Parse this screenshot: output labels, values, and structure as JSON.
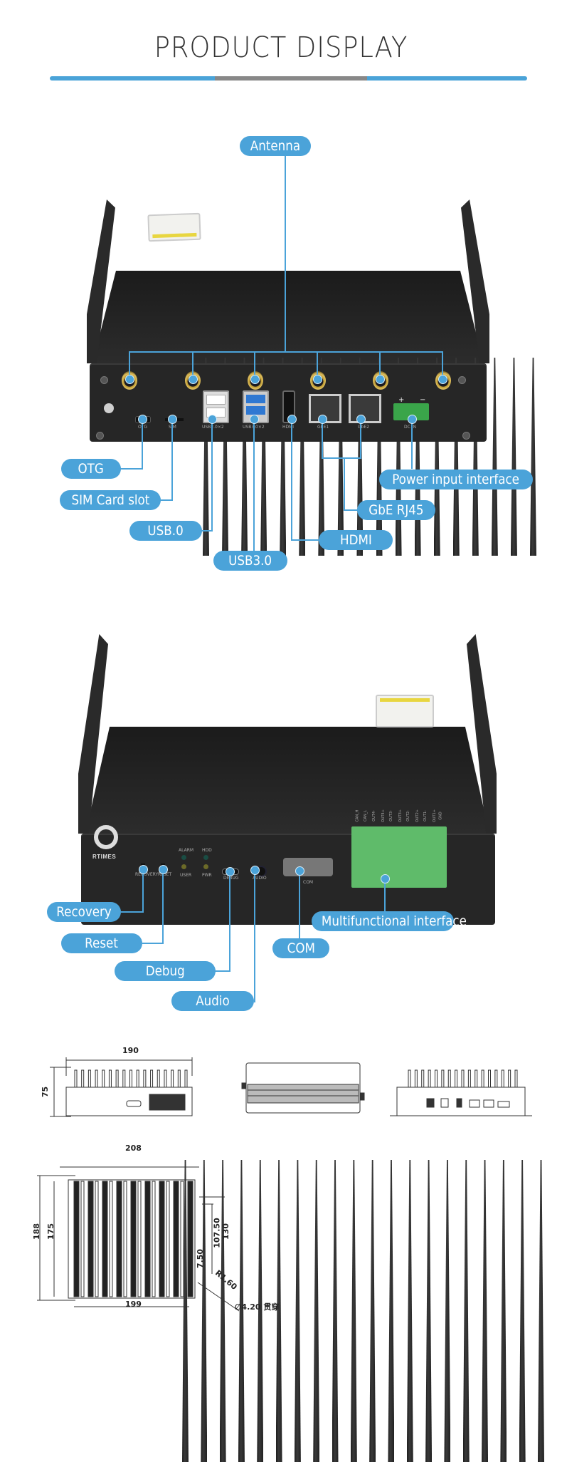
{
  "header": {
    "title": "PRODUCT DISPLAY",
    "bar_colors": {
      "accent": "#4aa3d8",
      "middle": "#888888"
    }
  },
  "front_view": {
    "callouts": {
      "antenna": "Antenna",
      "otg": "OTG",
      "sim": "SIM Card slot",
      "usb20": "USB.0",
      "usb30": "USB3.0",
      "hdmi": "HDMI",
      "gbe": "GbE RJ45",
      "power": "Power input interface"
    },
    "port_labels": {
      "otg": "OTG",
      "sim": "SIM",
      "usb20": "USB2.0×2",
      "usb30": "USB3.0×2",
      "hdmi": "HDMI",
      "gbe1": "GbE1",
      "gbe2": "GbE2",
      "dc": "DC IN",
      "plus": "+",
      "minus": "−"
    }
  },
  "rear_view": {
    "callouts": {
      "recovery": "Recovery",
      "reset": "Reset",
      "debug": "Debug",
      "audio": "Audio",
      "com": "COM",
      "multi": "Multifunctional interface"
    },
    "brand": "RTIMES",
    "port_labels": {
      "recovery": "RECOVERY",
      "reset": "RESET",
      "alarm": "ALARM",
      "hdd": "HDD",
      "user": "USER",
      "pwr": "PWR",
      "debug": "DEBUG",
      "audio": "AUDIO",
      "com": "COM"
    },
    "terminal_labels": [
      "CAN_H",
      "CAN_L",
      "OUT4-",
      "OUT4+",
      "OUT3-",
      "OUT3+",
      "OUT2-",
      "OUT2+",
      "OUT1-",
      "OUT1+",
      "GND"
    ]
  },
  "dimensions": {
    "front_width": "190",
    "front_height": "75",
    "top_width": "208",
    "top_depth_outer": "188",
    "top_depth_inner": "175",
    "bottom_width": "199",
    "hole_spacing_a": "107.50",
    "hole_spacing_b": "130",
    "slot_length": "7.50",
    "radius": "R1.60",
    "hole_note": "∅4.20 贯穿"
  }
}
